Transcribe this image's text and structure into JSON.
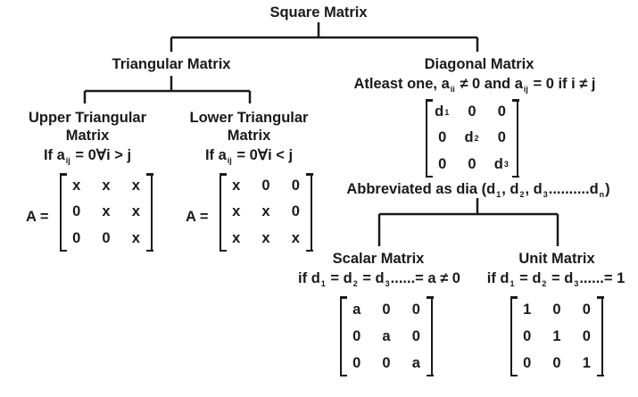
{
  "root": {
    "title": "Square Matrix"
  },
  "triangular": {
    "title": "Triangular Matrix",
    "upper": {
      "title_line1": "Upper Triangular",
      "title_line2": "Matrix",
      "cond_prefix": "If a",
      "cond_sub": "ij",
      "cond_suffix": "= 0∀i > j",
      "lhs": "A =",
      "matrix": [
        [
          "x",
          "x",
          "x"
        ],
        [
          "0",
          "x",
          "x"
        ],
        [
          "0",
          "0",
          "x"
        ]
      ]
    },
    "lower": {
      "title_line1": "Lower Triangular",
      "title_line2": "Matrix",
      "cond_prefix": "If a",
      "cond_sub": "ij",
      "cond_suffix": "= 0∀i < j",
      "lhs": "A =",
      "matrix": [
        [
          "x",
          "0",
          "0"
        ],
        [
          "x",
          "x",
          "0"
        ],
        [
          "x",
          "x",
          "x"
        ]
      ]
    }
  },
  "diagonal": {
    "title": "Diagonal Matrix",
    "cond": {
      "p1": "Atleast one, a",
      "s1": "ii",
      "p2": "≠ 0 and a",
      "s2": "ij",
      "p3": "= 0 if i ≠ j"
    },
    "matrix": [
      [
        {
          "v": "d",
          "s": "1"
        },
        {
          "v": "0",
          "s": ""
        },
        {
          "v": "0",
          "s": ""
        }
      ],
      [
        {
          "v": "0",
          "s": ""
        },
        {
          "v": "d",
          "s": "2"
        },
        {
          "v": "0",
          "s": ""
        }
      ],
      [
        {
          "v": "0",
          "s": ""
        },
        {
          "v": "0",
          "s": ""
        },
        {
          "v": "d",
          "s": "3"
        }
      ]
    ],
    "abbr": {
      "p1": "Abbreviated as dia (d",
      "s1": "1",
      "p2": ", d",
      "s2": "2",
      "p3": ", d",
      "s3": "3",
      "p4": "..........d",
      "s4": "n",
      "p5": ")"
    }
  },
  "scalar": {
    "title": "Scalar Matrix",
    "cond": {
      "p1": "if d",
      "s1": "1",
      "p2": "= d",
      "s2": "2",
      "p3": "= d",
      "s3": "3",
      "p4": "......= a ≠ 0"
    },
    "matrix": [
      [
        "a",
        "0",
        "0"
      ],
      [
        "0",
        "a",
        "0"
      ],
      [
        "0",
        "0",
        "a"
      ]
    ]
  },
  "unit": {
    "title": "Unit Matrix",
    "cond": {
      "p1": "if d",
      "s1": "1",
      "p2": "= d",
      "s2": "2",
      "p3": "= d",
      "s3": "3",
      "p4": "......= 1"
    },
    "matrix": [
      [
        "1",
        "0",
        "0"
      ],
      [
        "0",
        "1",
        "0"
      ],
      [
        "0",
        "0",
        "1"
      ]
    ]
  }
}
